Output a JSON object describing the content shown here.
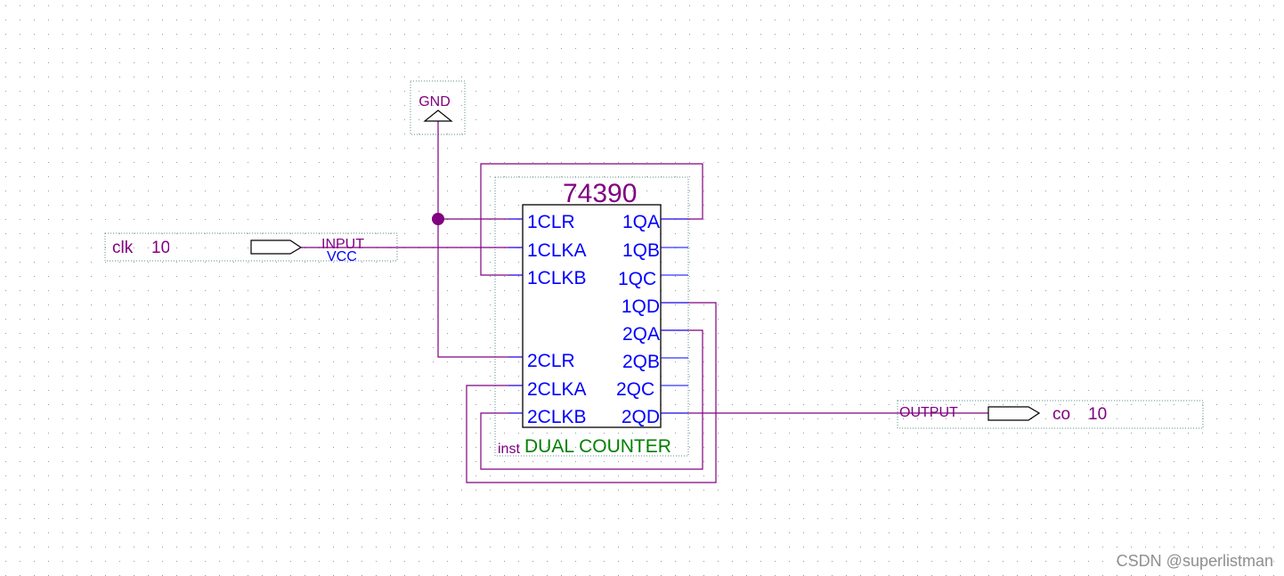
{
  "colors": {
    "wire": "#800080",
    "pin_text": "#0000ff",
    "pin_stub": "#0000ff",
    "body_outline": "#000000",
    "symbol": "#800080",
    "func_text": "#008000",
    "grid_dot": "#9a9a9a",
    "frame_dot": "#5f8f8f",
    "watermark": "#8f8f8f"
  },
  "gnd": {
    "label": "GND"
  },
  "input_pin": {
    "name": "clk",
    "tag": "10",
    "type_label": "INPUT",
    "default_label": "VCC"
  },
  "output_pin": {
    "name": "co",
    "tag": "10",
    "type_label": "OUTPUT"
  },
  "component": {
    "part": "74390",
    "function": "DUAL COUNTER",
    "instance": "inst",
    "left_pins": [
      "1CLR",
      "1CLKA",
      "1CLKB",
      "2CLR",
      "2CLKA",
      "2CLKB"
    ],
    "right_pins": [
      "1QA",
      "1QB",
      "1QC",
      "1QD",
      "2QA",
      "2QB",
      "2QC",
      "2QD"
    ]
  },
  "watermark": "CSDN @superlistman"
}
